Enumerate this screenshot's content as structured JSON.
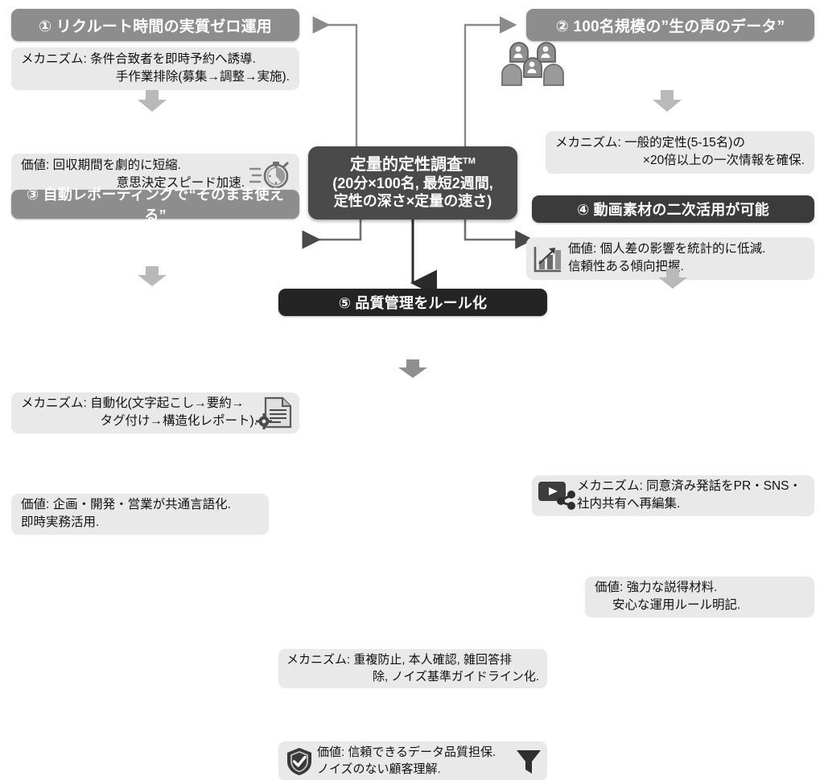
{
  "hub": {
    "name": "center-hub",
    "line1": "定量的定性調査",
    "tm": "TM",
    "line2": "(20分×100名, 最短2週間,",
    "line3": "定性の深さ×定量の速さ)",
    "color": "#4a4a4a"
  },
  "panels": [
    {
      "id": "panel-1",
      "number": "①",
      "title": "① リクルート時間の実質ゼロ運用",
      "header_color": "#8d8d8d",
      "mechanism_line1": "メカニズム: 条件合致者を即時予約へ誘導.",
      "mechanism_line2": "手作業排除(募集→調整→実施).",
      "value_line1": "価値: 回収期間を劇的に短縮.",
      "value_line2": "意思決定スピード加速.",
      "icon": "stopwatch-icon"
    },
    {
      "id": "panel-2",
      "number": "②",
      "title": "② 100名規模の”生の声のデータ”",
      "header_color": "#8d8d8d",
      "mechanism_line1": "メカニズム: 一般的定性(5-15名)の",
      "mechanism_line2": "×20倍以上の一次情報を確保.",
      "value_line1": "価値: 個人差の影響を統計的に低減.",
      "value_line2": "信頼性ある傾向把握.",
      "icon_mechanism": "people-group-icon",
      "icon_value": "bar-chart-growth-icon"
    },
    {
      "id": "panel-3",
      "number": "③",
      "title": "③ 自動レポーティングで“そのまま使える”",
      "header_color": "#8d8d8d",
      "mechanism_line1": "メカニズム: 自動化(文字起こし→要約→",
      "mechanism_line2": "タグ付け→構造化レポート).",
      "value_line1": "価値: 企画・開発・営業が共通言語化.",
      "value_line2": "即時実務活用.",
      "icon": "document-gear-icon"
    },
    {
      "id": "panel-4",
      "number": "④",
      "title": "④ 動画素材の二次活用が可能",
      "header_color": "#3b3b3b",
      "mechanism_line1": "メカニズム: 同意済み発話をPR・SNS・",
      "mechanism_line2": "社内共有へ再編集.",
      "value_line1": "価値: 強力な説得材料.",
      "value_line2": "安心な運用ルール明記.",
      "icon": "video-share-icon"
    },
    {
      "id": "panel-5",
      "number": "⑤",
      "title": "⑤ 品質管理をルール化",
      "header_color": "#242424",
      "mechanism_line1": "メカニズム: 重複防止, 本人確認, 雑回答排",
      "mechanism_line2": "除, ノイズ基準ガイドライン化.",
      "value_line1": "価値: 信頼できるデータ品質担保.",
      "value_line2": "ノイズのない顧客理解.",
      "icon_left": "shield-check-icon",
      "icon_right": "funnel-filter-icon"
    }
  ],
  "connectors": {
    "to_panel_1": "arrow-left-to-panel-1",
    "to_panel_2": "arrow-right-to-panel-2",
    "to_panel_3": "arrow-left-to-panel-3",
    "to_panel_4": "arrow-right-to-panel-4",
    "to_panel_5": "arrow-down-to-panel-5"
  }
}
